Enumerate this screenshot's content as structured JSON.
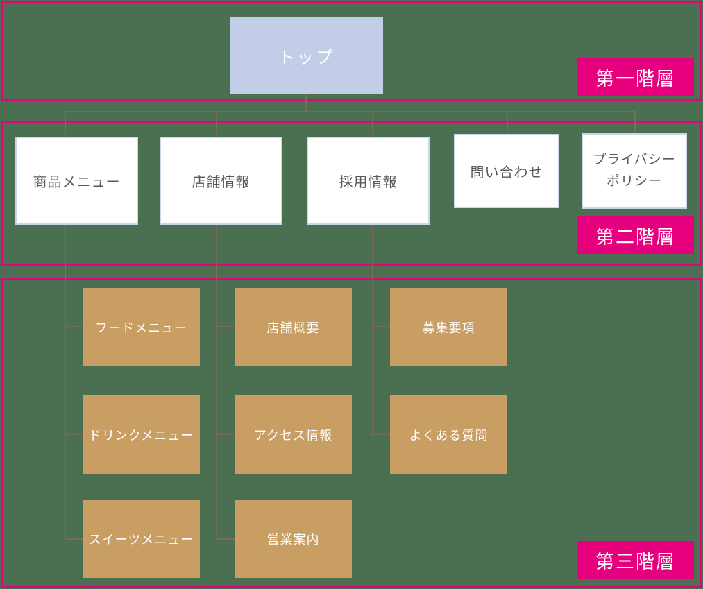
{
  "diagram_type": "website-sitemap-hierarchy",
  "tiers": [
    {
      "label": "第一階層"
    },
    {
      "label": "第二階層"
    },
    {
      "label": "第三階層"
    }
  ],
  "level1": {
    "top": "トップ"
  },
  "level2": [
    "商品メニュー",
    "店舗情報",
    "採用情報",
    "問い合わせ",
    "プライバシー\nポリシー"
  ],
  "level3": {
    "columns": [
      {
        "parent": "商品メニュー",
        "children": [
          "フードメニュー",
          "ドリンクメニュー",
          "スイーツメニュー"
        ]
      },
      {
        "parent": "店舗情報",
        "children": [
          "店舗概要",
          "アクセス情報",
          "営業案内"
        ]
      },
      {
        "parent": "採用情報",
        "children": [
          "募集要項",
          "よくある質問"
        ]
      }
    ]
  },
  "colors": {
    "background": "#4b7051",
    "tier_frame_border": "#e6007e",
    "tier_label_bg": "#e6007e",
    "tier_label_text": "#ffffff",
    "level1_box_bg": "#c3cde8",
    "level1_box_text": "#ffffff",
    "level2_box_bg": "#ffffff",
    "level2_box_border": "#ccd6ea",
    "level2_box_text": "#595959",
    "level3_box_bg": "#c89e63",
    "level3_box_text": "#ffffff",
    "connector_line": "#7a6b58"
  }
}
